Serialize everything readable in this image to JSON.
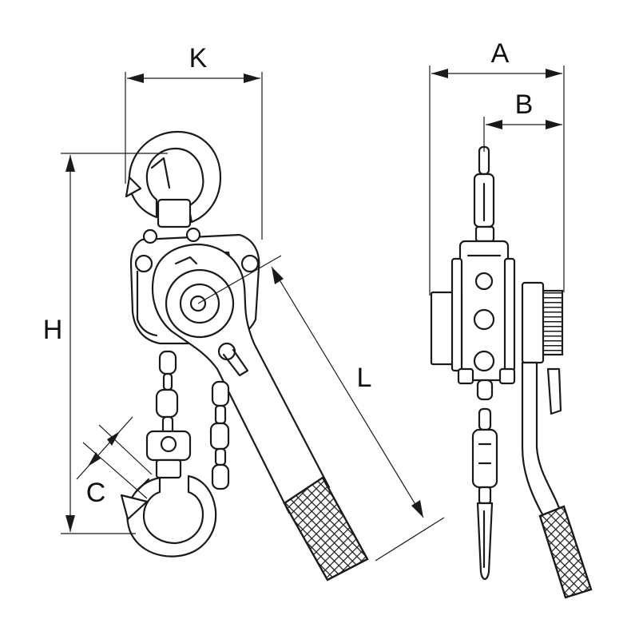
{
  "diagram": {
    "labels": {
      "K": "K",
      "H": "H",
      "L": "L",
      "C": "C",
      "A": "A",
      "B": "B"
    }
  },
  "colors": {
    "line": "#1a1a1a",
    "background": "#ffffff"
  }
}
